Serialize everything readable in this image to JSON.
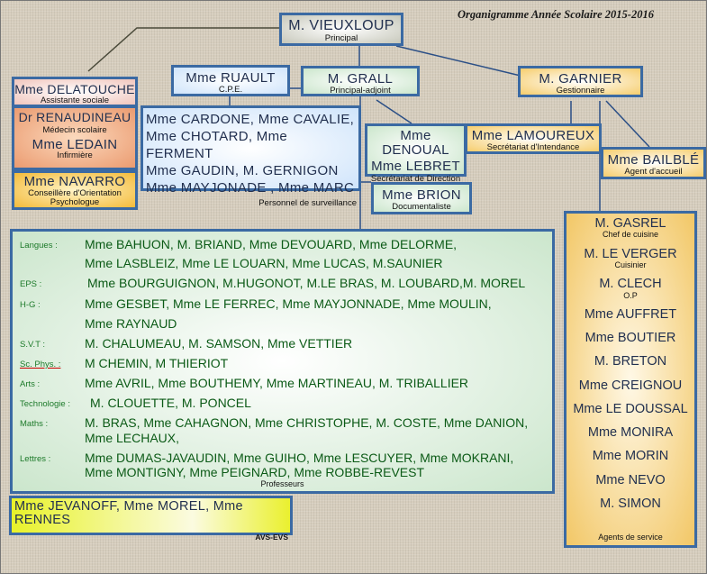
{
  "title": "Organigramme Année Scolaire 2015-2016",
  "principal": {
    "name": "M. VIEUXLOUP",
    "role": "Principal"
  },
  "cpe": {
    "name": "Mme RUAULT",
    "role": "C.P.E."
  },
  "adjoint": {
    "name": "M. GRALL",
    "role": "Principal-adjoint"
  },
  "gestionnaire": {
    "name": "M. GARNIER",
    "role": "Gestionnaire"
  },
  "social": {
    "name": "Mme DELATOUCHE",
    "role": "Assistante sociale"
  },
  "medical": {
    "name1": "Dr RENAUDINEAU",
    "role1": "Médecin scolaire",
    "name2": "Mme LEDAIN",
    "role2": "Infirmière"
  },
  "orientation": {
    "name": "Mme NAVARRO",
    "role_line1": "Conseillère d'Orientation",
    "role_line2": "Psychologue"
  },
  "surveillance": {
    "lines": [
      "Mme CARDONE, Mme CAVALIE,",
      "Mme CHOTARD, Mme FERMENT",
      "Mme GAUDIN, M. GERNIGON",
      "Mme MAYJONADE , Mme MARC"
    ],
    "role": "Personnel de surveillance"
  },
  "direction": {
    "name1": "Mme DENOUAL",
    "name2": "Mme LEBRET",
    "role": "Secrétariat de Direction"
  },
  "intendance": {
    "name": "Mme LAMOUREUX",
    "role": "Secrétariat d'Intendance"
  },
  "accueil": {
    "name": "Mme BAILBLÉ",
    "role": "Agent d'accueil"
  },
  "documentaliste": {
    "name": "Mme BRION",
    "role": "Documentaliste"
  },
  "professeurs": {
    "role": "Professeurs",
    "rows": [
      {
        "label": "Langues :",
        "names": "Mme BAHUON, M. BRIAND, Mme DEVOUARD, Mme DELORME,"
      },
      {
        "label": "",
        "names": "Mme LASBLEIZ, Mme LE LOUARN, Mme LUCAS, M.SAUNIER"
      },
      {
        "label": "EPS :",
        "names": "Mme BOURGUIGNON, M.HUGONOT, M.LE BRAS, M. LOUBARD,M. MOREL"
      },
      {
        "label": "H-G :",
        "names": "Mme GESBET, Mme LE FERREC,  Mme MAYJONNADE, Mme MOULIN,"
      },
      {
        "label": "",
        "names": "Mme RAYNAUD"
      },
      {
        "label": "S.V.T :",
        "names": "M. CHALUMEAU,  M. SAMSON, Mme VETTIER"
      },
      {
        "label": "Sc. Phys. :",
        "names": "M CHEMIN, M THIERIOT"
      },
      {
        "label": "Arts :",
        "names": "Mme AVRIL, Mme BOUTHEMY, Mme MARTINEAU, M. TRIBALLIER"
      },
      {
        "label": "Technologie :",
        "names": "M. CLOUETTE, M. PONCEL"
      },
      {
        "label": "Maths :",
        "names": "M. BRAS, Mme CAHAGNON, Mme CHRISTOPHE, M. COSTE, Mme DANION,"
      },
      {
        "label": "",
        "names": "Mme LECHAUX,"
      },
      {
        "label": "Lettres :",
        "names": "Mme DUMAS-JAVAUDIN, Mme GUIHO, Mme LESCUYER, Mme MOKRANI,"
      },
      {
        "label": "",
        "names": "Mme MONTIGNY, Mme PEIGNARD,  Mme ROBBE-REVEST"
      }
    ]
  },
  "avs": {
    "names": "Mme JEVANOFF, Mme MOREL, Mme RENNES",
    "role": "AVS-EVS"
  },
  "agents": {
    "role": "Agents de service",
    "items": [
      {
        "name": "M. GASREL",
        "role": "Chef de cuisine"
      },
      {
        "name": "M. LE VERGER",
        "role": "Cuisinier"
      },
      {
        "name": "M. CLECH",
        "role": "O.P"
      },
      {
        "name": "Mme AUFFRET"
      },
      {
        "name": "Mme BOUTIER"
      },
      {
        "name": "M. BRETON"
      },
      {
        "name": "Mme CREIGNOU"
      },
      {
        "name": "Mme LE DOUSSAL"
      },
      {
        "name": "Mme MONIRA"
      },
      {
        "name": "Mme MORIN"
      },
      {
        "name": "Mme NEVO"
      },
      {
        "name": "M. SIMON"
      }
    ]
  }
}
